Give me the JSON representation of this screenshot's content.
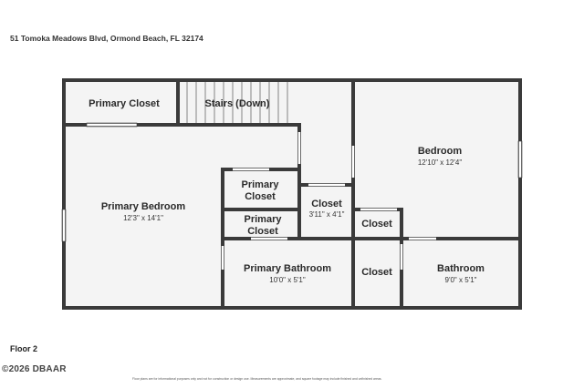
{
  "address": "51 Tomoka Meadows Blvd, Ormond Beach, FL 32174",
  "floor_label": "Floor 2",
  "copyright": "©2026 DBAAR",
  "disclaimer": "Floor plans are for informational purposes only and not for construction or design use. Measurements are approximate, and square footage may include finished and unfinished areas.",
  "rooms": {
    "primary_closet_top": {
      "name": "Primary Closet"
    },
    "stairs": {
      "name": "Stairs (Down)"
    },
    "bedroom": {
      "name": "Bedroom",
      "dims": "12'10\" x 12'4\""
    },
    "primary_bedroom": {
      "name": "Primary Bedroom",
      "dims": "12'3\" x 14'1\""
    },
    "primary_closet_a": {
      "name_line1": "Primary",
      "name_line2": "Closet"
    },
    "primary_closet_b": {
      "name_line1": "Primary",
      "name_line2": "Closet"
    },
    "closet_center": {
      "name": "Closet",
      "dims": "3'11\" x 4'1\""
    },
    "closet_right": {
      "name": "Closet"
    },
    "primary_bathroom": {
      "name": "Primary Bathroom",
      "dims": "10'0\" x 5'1\""
    },
    "closet_bottom": {
      "name": "Closet"
    },
    "bathroom": {
      "name": "Bathroom",
      "dims": "9'0\" x 5'1\""
    }
  },
  "colors": {
    "wall": "#3a3a3a",
    "floor": "#f4f4f4",
    "window": "#ffffff"
  }
}
